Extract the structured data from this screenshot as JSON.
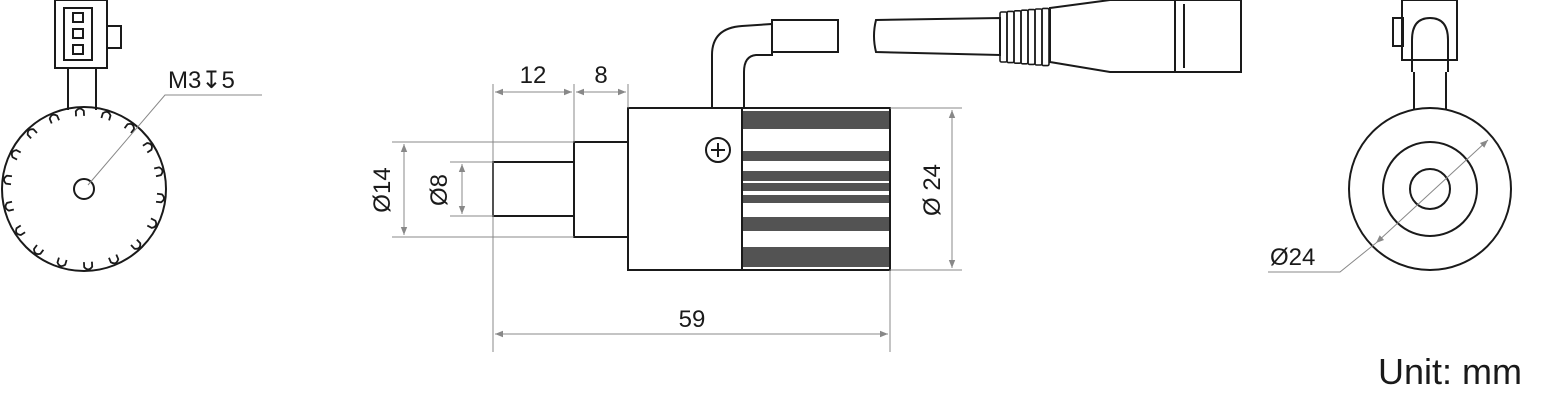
{
  "dimensions": {
    "thread": "M3↧5",
    "len_shaft": "12",
    "len_step": "8",
    "total_length": "59",
    "dia_outer": "Ø14",
    "dia_inner": "Ø8",
    "dia_body": "Ø 24",
    "dia_end": "Ø24"
  },
  "unit_label": "Unit: mm",
  "colors": {
    "line": "#1a1a1a",
    "dim_line": "#888888",
    "background": "#ffffff"
  }
}
